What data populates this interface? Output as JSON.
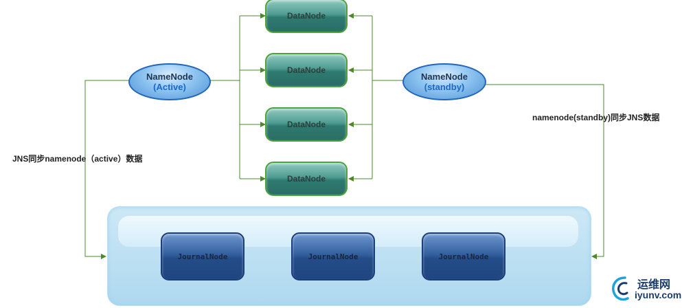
{
  "namenodes": {
    "active": {
      "name": "NameNode",
      "state": "(Active)"
    },
    "standby": {
      "name": "NameNode",
      "state": "(standby)"
    }
  },
  "datanodes": [
    {
      "label": "DataNode"
    },
    {
      "label": "DataNode"
    },
    {
      "label": "DataNode"
    },
    {
      "label": "DataNode"
    }
  ],
  "journalnodes": [
    {
      "label": "JournalNode"
    },
    {
      "label": "JournalNode"
    },
    {
      "label": "JournalNode"
    }
  ],
  "captions": {
    "left": "JNS同步namenode（active）数据",
    "right": "namenode(standby)同步JNS数据"
  },
  "watermark": {
    "name": "运维网",
    "url": "iyunv.com"
  },
  "colors": {
    "connector": "#4a8a2a",
    "datanode_border": "#4aa43a",
    "namenode_border": "#2366b8"
  }
}
